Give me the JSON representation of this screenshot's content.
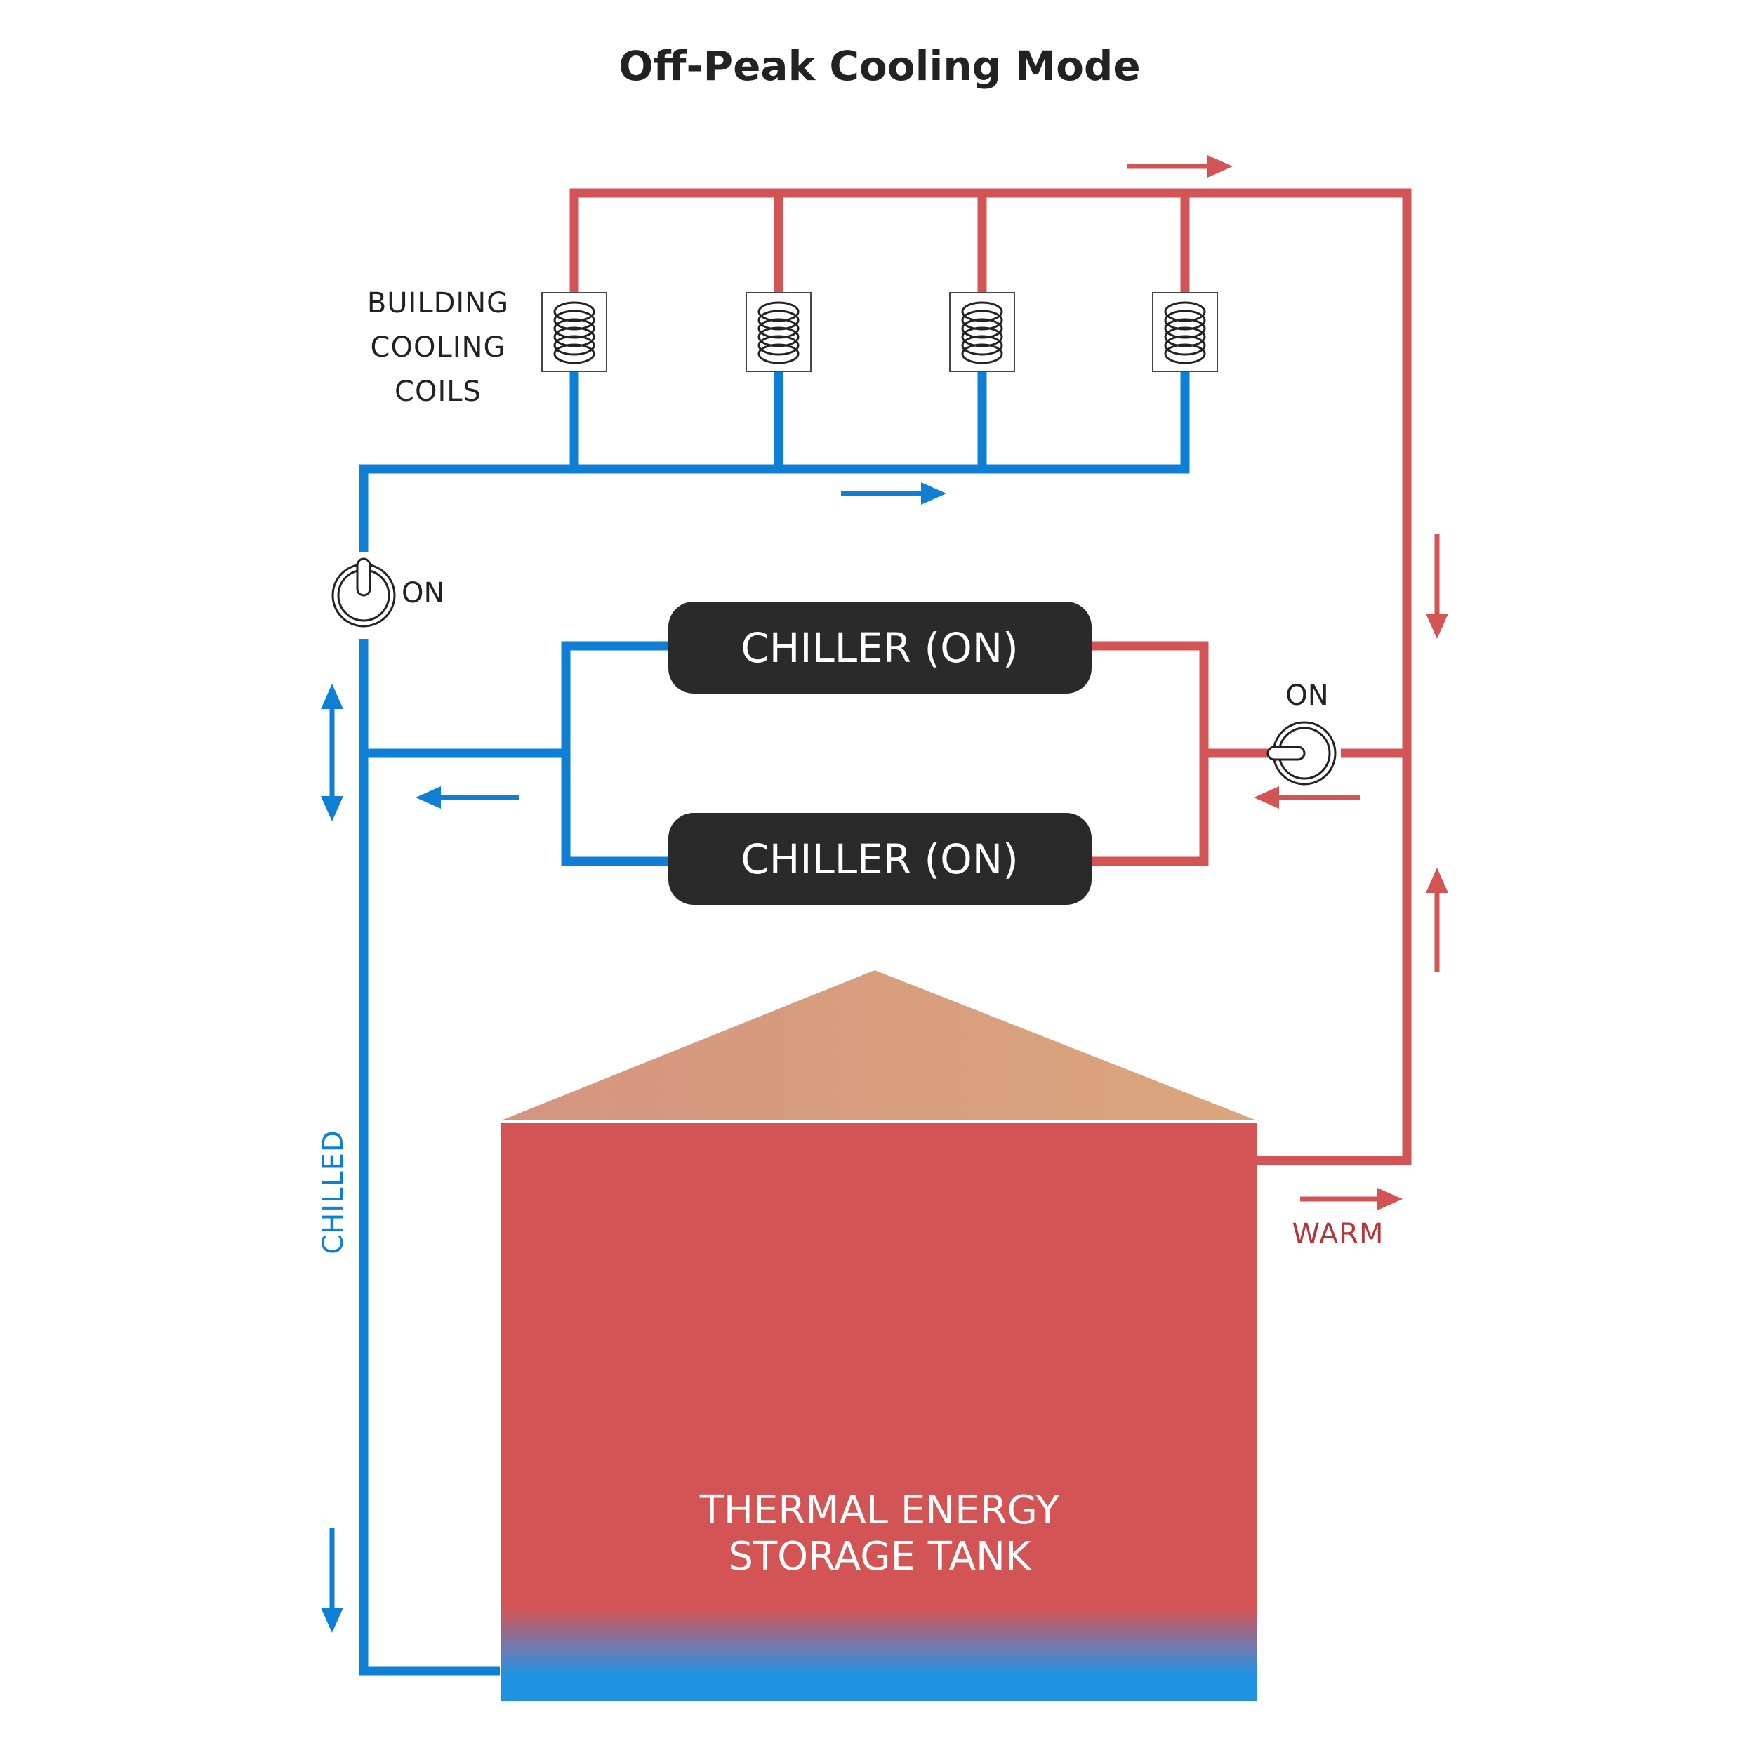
{
  "title": "Off-Peak Cooling Mode",
  "coils_label": [
    "BUILDING",
    "COOLING",
    "COILS"
  ],
  "valve_left_label": "ON",
  "valve_right_label": "ON",
  "chillers": [
    "CHILLER (ON)",
    "CHILLER (ON)"
  ],
  "tank_label": [
    "THERMAL ENERGY",
    "STORAGE TANK"
  ],
  "chilled_label": "CHILLED",
  "warm_label": "WARM",
  "colors": {
    "chilled_pipe": "#0f7fd6",
    "warm_pipe": "#d35454",
    "chiller_box": "#2a2a2a",
    "tank_body": "#d35454",
    "tank_roof": "#d9a07b",
    "tank_bottom": "#1f92e0"
  },
  "icons": [
    "coil-icon",
    "power-valve-icon",
    "flow-arrow-icon"
  ]
}
